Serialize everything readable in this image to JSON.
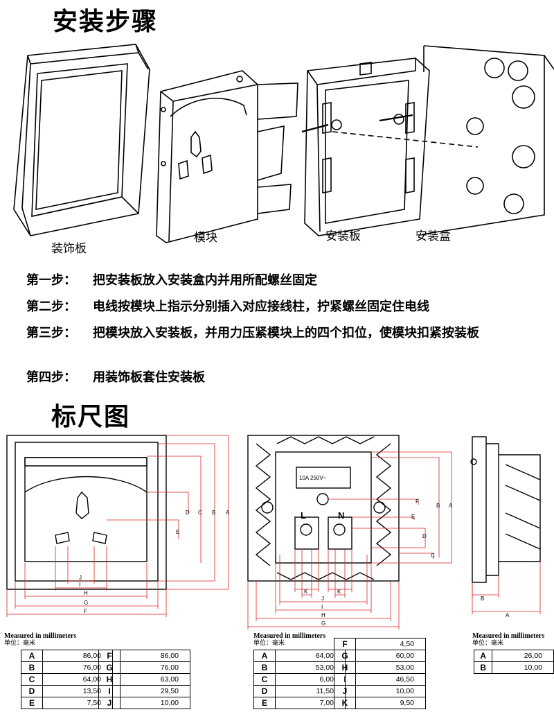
{
  "headings": {
    "install": "安装步骤",
    "dimensions": "标尺图"
  },
  "parts": {
    "cover_plate": "装饰板",
    "module": "模块",
    "mounting_plate": "安装板",
    "mounting_box": "安装盒"
  },
  "steps": [
    {
      "label": "第一步：",
      "text": "把安装板放入安装盒内并用所配螺丝固定"
    },
    {
      "label": "第二步：",
      "text": "电线按模块上指示分别插入对应接线柱，拧紧螺丝固定住电线"
    },
    {
      "label": "第三步：",
      "text": "把模块放入安装板，并用力压紧模块上的四个扣位，使模块扣紧按装板"
    },
    {
      "label": "第四步：",
      "text": "用装饰板套住安装板"
    }
  ],
  "rating_text": "10A 250V~",
  "terminals": {
    "left": "L",
    "right": "N"
  },
  "dim_letters": [
    "A",
    "B",
    "C",
    "D",
    "E",
    "F",
    "G",
    "H",
    "I",
    "J",
    "K"
  ],
  "tables": {
    "front": {
      "title": "Measured in millimeters",
      "unit": "单位：毫米",
      "left": [
        {
          "k": "A",
          "v": "86,00"
        },
        {
          "k": "B",
          "v": "76,00"
        },
        {
          "k": "C",
          "v": "64,00"
        },
        {
          "k": "D",
          "v": "13,50"
        },
        {
          "k": "E",
          "v": "7,50"
        }
      ],
      "right": [
        {
          "k": "F",
          "v": "86,00"
        },
        {
          "k": "G",
          "v": "76,00"
        },
        {
          "k": "H",
          "v": "63,00"
        },
        {
          "k": "I",
          "v": "29,50"
        },
        {
          "k": "J",
          "v": "10,00"
        }
      ]
    },
    "back": {
      "title": "Measured in millimeters",
      "unit": "单位：毫米",
      "left": [
        {
          "k": "A",
          "v": "64,00"
        },
        {
          "k": "B",
          "v": "53,00"
        },
        {
          "k": "C",
          "v": "6,00"
        },
        {
          "k": "D",
          "v": "11,50"
        },
        {
          "k": "E",
          "v": "7,00"
        }
      ],
      "right": [
        {
          "k": "F",
          "v": "4,50"
        },
        {
          "k": "G",
          "v": "60,00"
        },
        {
          "k": "H",
          "v": "53,00"
        },
        {
          "k": "I",
          "v": "46,50"
        },
        {
          "k": "J",
          "v": "10,00"
        },
        {
          "k": "K",
          "v": "9,50"
        }
      ]
    },
    "side": {
      "title": "Measured in millimeters",
      "unit": "单位：毫米",
      "left": [
        {
          "k": "A",
          "v": "26,00"
        },
        {
          "k": "B",
          "v": "10,00"
        }
      ]
    }
  }
}
